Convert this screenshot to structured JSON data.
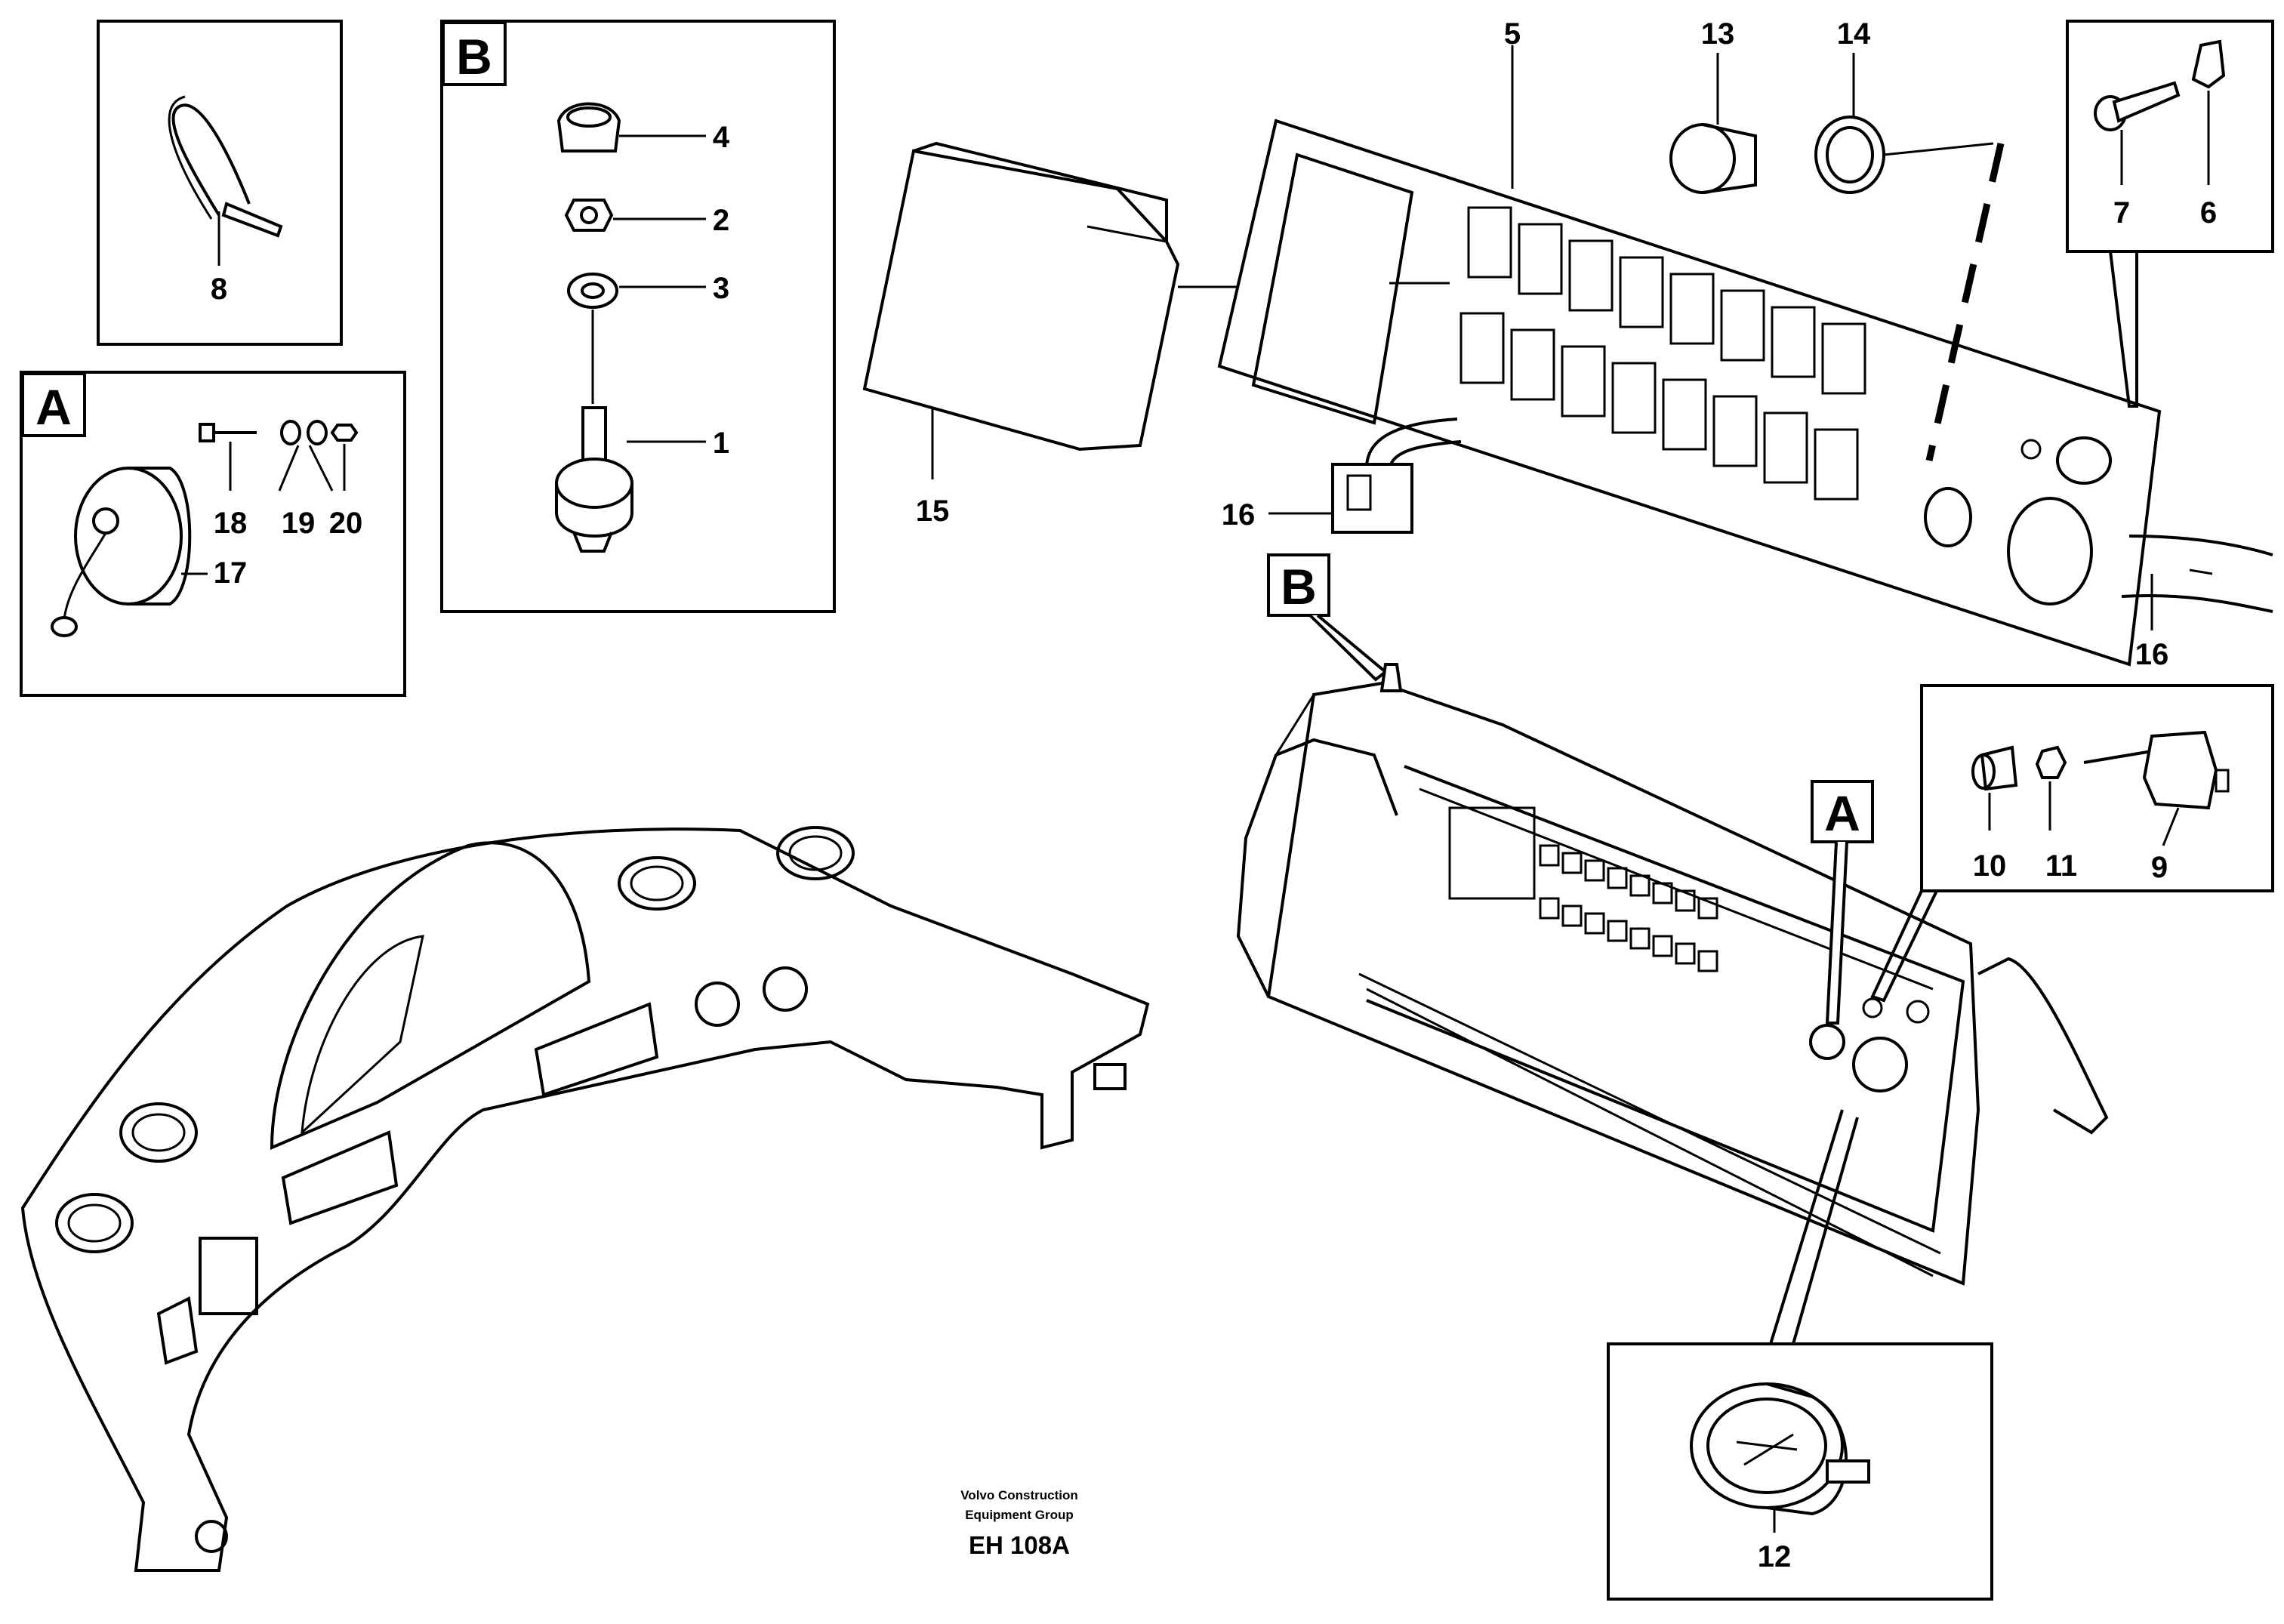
{
  "callouts": {
    "n1": "1",
    "n2": "2",
    "n3": "3",
    "n4": "4",
    "n5": "5",
    "n6": "6",
    "n7": "7",
    "n8": "8",
    "n9": "9",
    "n10": "10",
    "n11": "11",
    "n12": "12",
    "n13": "13",
    "n14": "14",
    "n15": "15",
    "n16a": "16",
    "n16b": "16",
    "n17": "17",
    "n18": "18",
    "n19": "19",
    "n20": "20"
  },
  "detail_boxes": {
    "a_inset": "A",
    "b_inset": "B",
    "a_pointer": "A",
    "b_pointer": "B"
  },
  "footer": {
    "company_line1": "Volvo Construction",
    "company_line2": "Equipment Group",
    "drawing_code": "EH 108A"
  }
}
